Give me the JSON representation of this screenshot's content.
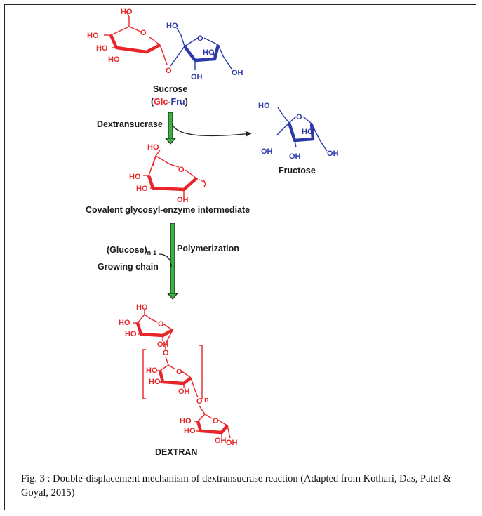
{
  "figure": {
    "sucrose_label": "Sucrose",
    "glc_fru_open": "(",
    "glc_label": "Glc",
    "glc_fru_dash": "-",
    "fru_label": "Fru",
    "glc_fru_close": ")",
    "enzyme_label": "Dextransucrase",
    "fructose_label": "Fructose",
    "intermediate_label": "Covalent glycosyl-enzyme intermediate",
    "glucose_prefix": "(Glucose)",
    "glucose_subscript": "n-1",
    "growing_chain_label": "Growing chain",
    "polymerization_label": "Polymerization",
    "repeat_subscript": "n",
    "dextran_label": "DEXTRAN",
    "atoms": {
      "ho": "HO",
      "oh": "OH",
      "o": "O"
    },
    "colors": {
      "glucose": "#e8262a",
      "fructose": "#2b3aa8",
      "arrow_fill": "#3cb043",
      "text": "#1a1a1a"
    }
  },
  "caption": {
    "text": "Fig. 3 : Double-displacement mechanism of dextransucrase reaction (Adapted from Kothari, Das, Patel & Goyal, 2015)"
  }
}
